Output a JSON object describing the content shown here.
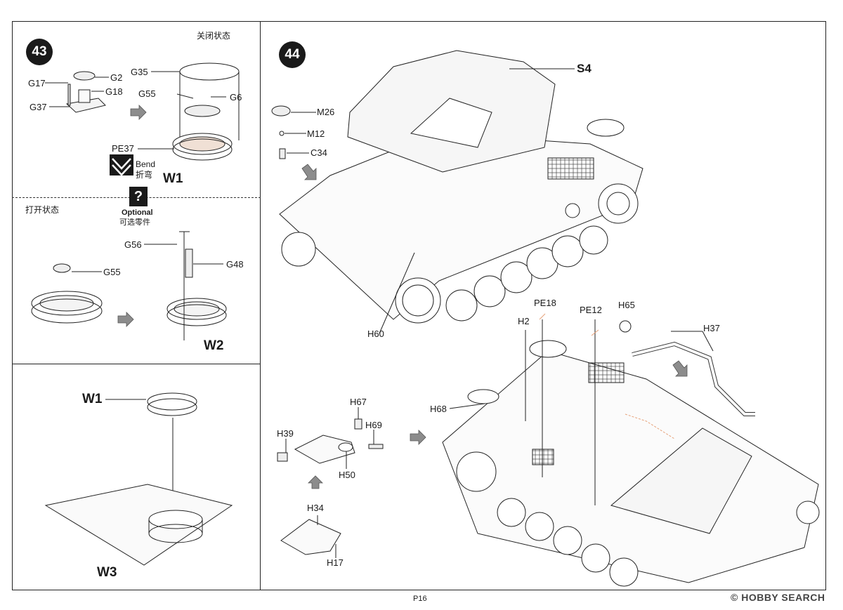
{
  "page_number": "P16",
  "watermark": "© HOBBY SEARCH",
  "step43": {
    "number": "43",
    "closed_state": "关闭状态",
    "open_state": "打开状态",
    "parts": [
      "G17",
      "G2",
      "G18",
      "G37",
      "G35",
      "G55",
      "G6",
      "PE37"
    ],
    "bend": {
      "en": "Bend",
      "cn": "折弯"
    },
    "optional": {
      "icon": "?",
      "en": "Optional",
      "cn": "可选零件"
    },
    "open_parts": [
      "G56",
      "G55",
      "G48"
    ],
    "sub1": "W1",
    "sub2": "W2"
  },
  "step44": {
    "number": "44",
    "parts_top": [
      "S4",
      "M26",
      "M12",
      "C34",
      "H60"
    ],
    "parts_bottom": [
      "PE18",
      "PE12",
      "H65",
      "H2",
      "H37",
      "H68",
      "H67",
      "H39",
      "H69",
      "H50",
      "H34",
      "H17"
    ]
  },
  "step_w3": {
    "sub1": "W1",
    "sub3": "W3"
  },
  "icons": [
    "arrow-right-icon",
    "arrow-down-icon",
    "arrow-up-icon",
    "question-icon",
    "bend-icon"
  ],
  "colors": {
    "ink": "#1a1a1a",
    "arrow": "#8c8c8c",
    "highlight": "#e7a27a"
  }
}
